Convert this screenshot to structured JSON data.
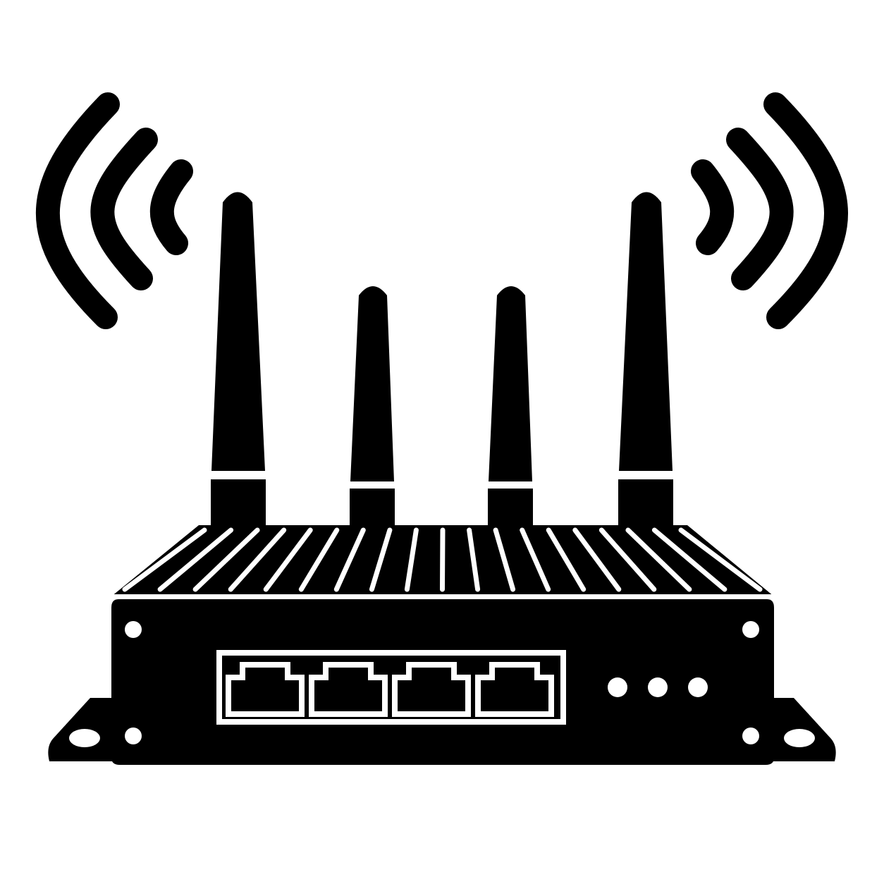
{
  "image": {
    "subject": "router-icon",
    "background_color": "#FFFFFF",
    "foreground_color": "#000000"
  },
  "icon": {
    "antenna_count": 4,
    "ethernet_port_count": 4,
    "status_led_count": 3,
    "signal_arc_count_per_side": 3
  }
}
